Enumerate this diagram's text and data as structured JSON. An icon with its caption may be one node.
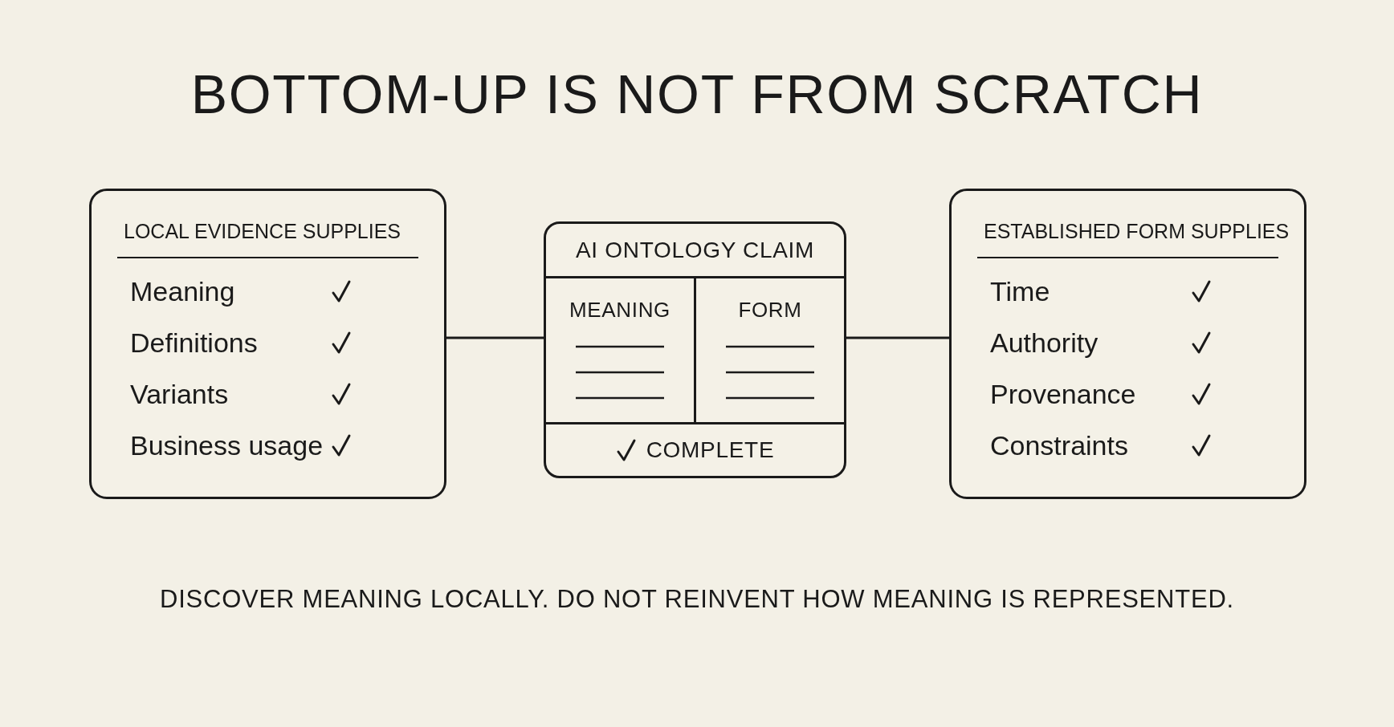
{
  "diagram": {
    "title": "BOTTOM-UP IS NOT FROM SCRATCH",
    "nodes": [
      {
        "text": [
          "LOCAL EVIDENCE SUPPLIES",
          "Meaning",
          "Definitions",
          "Variants",
          "Business usage"
        ]
      },
      {
        "text": [
          "AI ONTOLOGY CLAIM"
        ]
      },
      {
        "text": [
          "MEANING"
        ],
        "in": 1
      },
      {
        "text": [
          "FORM"
        ],
        "in": 1
      },
      {
        "text": [
          "COMPLETE"
        ],
        "in": 1
      },
      {
        "text": [
          "ESTABLISHED FORM SUPPLIES",
          "Time",
          "Authority",
          "Provenance",
          "Constraints"
        ]
      }
    ],
    "edges": [
      {
        "from": 0,
        "to": 1,
        "arrow": "none"
      },
      {
        "from": 1,
        "to": 5,
        "arrow": "none"
      }
    ],
    "labels": [
      "DISCOVER MEANING LOCALLY. DO NOT REINVENT HOW MEANING IS REPRESENTED."
    ]
  }
}
